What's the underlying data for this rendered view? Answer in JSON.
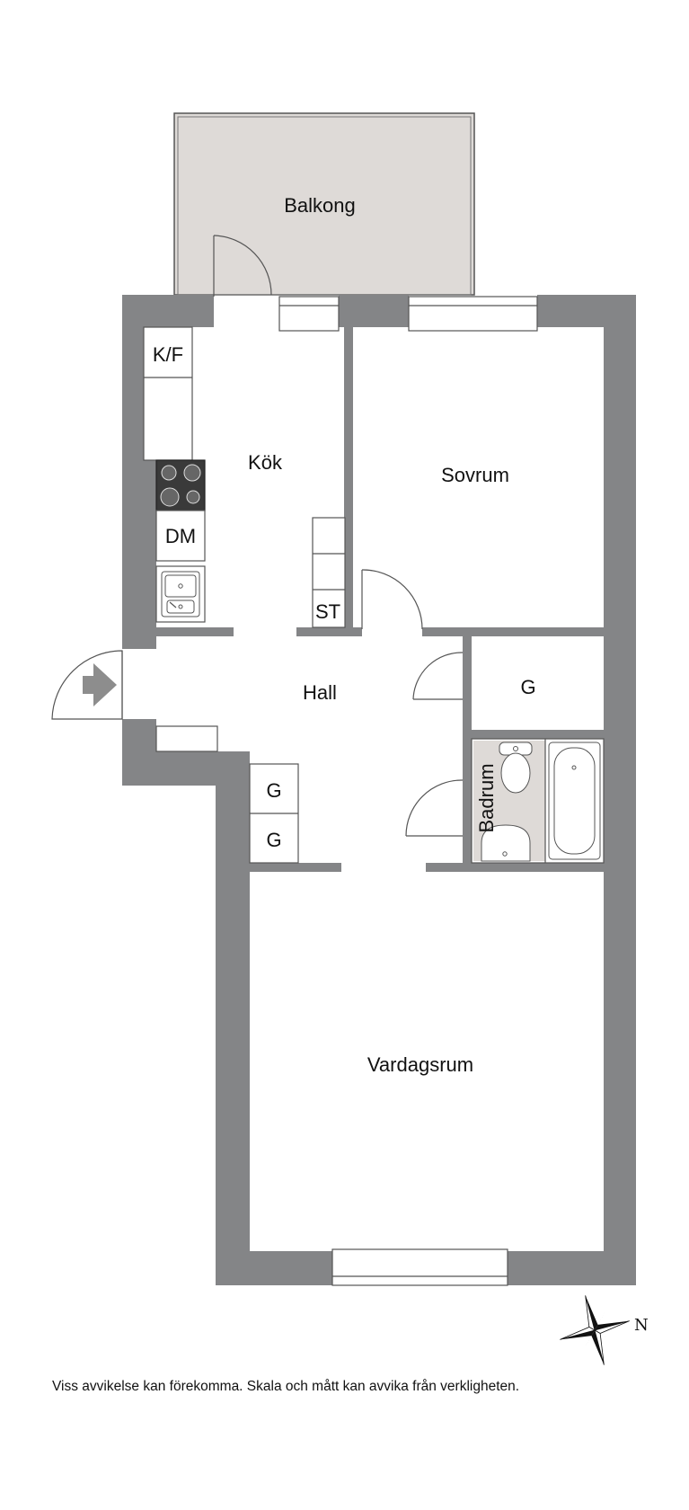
{
  "rooms": {
    "balkong": "Balkong",
    "kok": "Kök",
    "sovrum": "Sovrum",
    "hall": "Hall",
    "badrum": "Badrum",
    "vardagsrum": "Vardagsrum",
    "forrad": "G"
  },
  "fixtures": {
    "kf": "K/F",
    "dm": "DM",
    "st": "ST",
    "g1": "G",
    "g2": "G"
  },
  "compass": {
    "label": "N"
  },
  "disclaimer": "Viss avvikelse kan förekomma. Skala och mått kan avvika från verkligheten.",
  "colors": {
    "wall": "#848587",
    "balcony": "#dedad7",
    "bathroom": "#dedad7",
    "fixture_line": "#555555"
  }
}
